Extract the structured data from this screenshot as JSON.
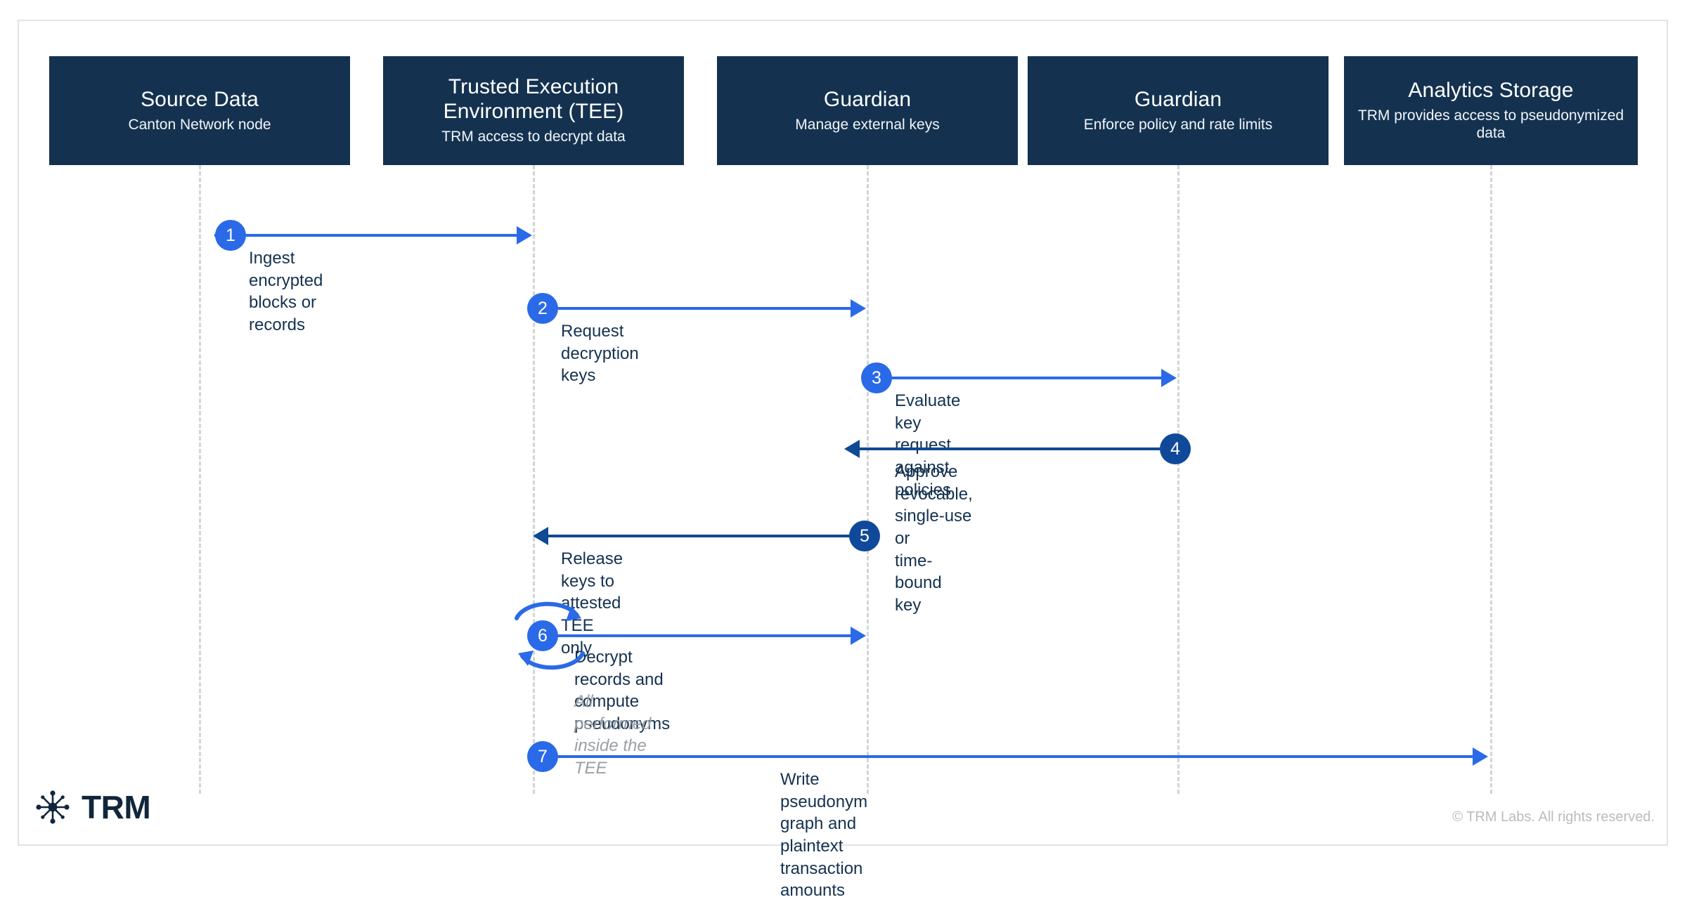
{
  "diagram": {
    "type": "sequence",
    "title_visible": false,
    "colors": {
      "actor_box": "#143250",
      "accent_light": "#2a6ae8",
      "accent_dark": "#11499a",
      "lifeline": "#d2d4d7",
      "label_text": "#143250",
      "muted_text": "#9aa0a6",
      "frame_border": "#e2e3e5"
    },
    "actors": [
      {
        "title": "Source Data",
        "subtitle": "Canton Network node"
      },
      {
        "title": "Trusted Execution Environment (TEE)",
        "subtitle": "TRM access to decrypt data"
      },
      {
        "title": "Guardian",
        "subtitle": "Manage external keys"
      },
      {
        "title": "Guardian",
        "subtitle": "Enforce policy and rate limits"
      },
      {
        "title": "Analytics Storage",
        "subtitle": "TRM provides access to pseudonymized data"
      }
    ],
    "steps": [
      {
        "number": "1",
        "label": "Ingest encrypted blocks or records",
        "sublabel": "",
        "from": 0,
        "to": 1,
        "direction": "right",
        "tone": "light"
      },
      {
        "number": "2",
        "label": "Request decryption keys",
        "sublabel": "",
        "from": 1,
        "to": 2,
        "direction": "right",
        "tone": "light"
      },
      {
        "number": "3",
        "label": "Evaluate key request against policies",
        "sublabel": "",
        "from": 2,
        "to": 3,
        "direction": "right",
        "tone": "light"
      },
      {
        "number": "4",
        "label": "Approve revocable, single-use or\ntime-bound key",
        "sublabel": "",
        "from": 3,
        "to": 2,
        "direction": "left",
        "tone": "dark"
      },
      {
        "number": "5",
        "label": "Release keys to attested TEE only",
        "sublabel": "",
        "from": 2,
        "to": 1,
        "direction": "left",
        "tone": "dark"
      },
      {
        "number": "6",
        "label": "Decrypt records and compute\npseudonyms",
        "sublabel": "All performed inside the TEE",
        "from": 1,
        "to": 2,
        "direction": "right",
        "tone": "light",
        "self_loop": true
      },
      {
        "number": "7",
        "label": "Write pseudonym graph and plaintext transaction amounts",
        "sublabel": "",
        "from": 1,
        "to": 4,
        "direction": "right",
        "tone": "light"
      }
    ]
  },
  "footer": {
    "brand": "TRM",
    "logo_icon": "trm-starburst-icon",
    "copyright": "© TRM Labs. All rights reserved."
  }
}
